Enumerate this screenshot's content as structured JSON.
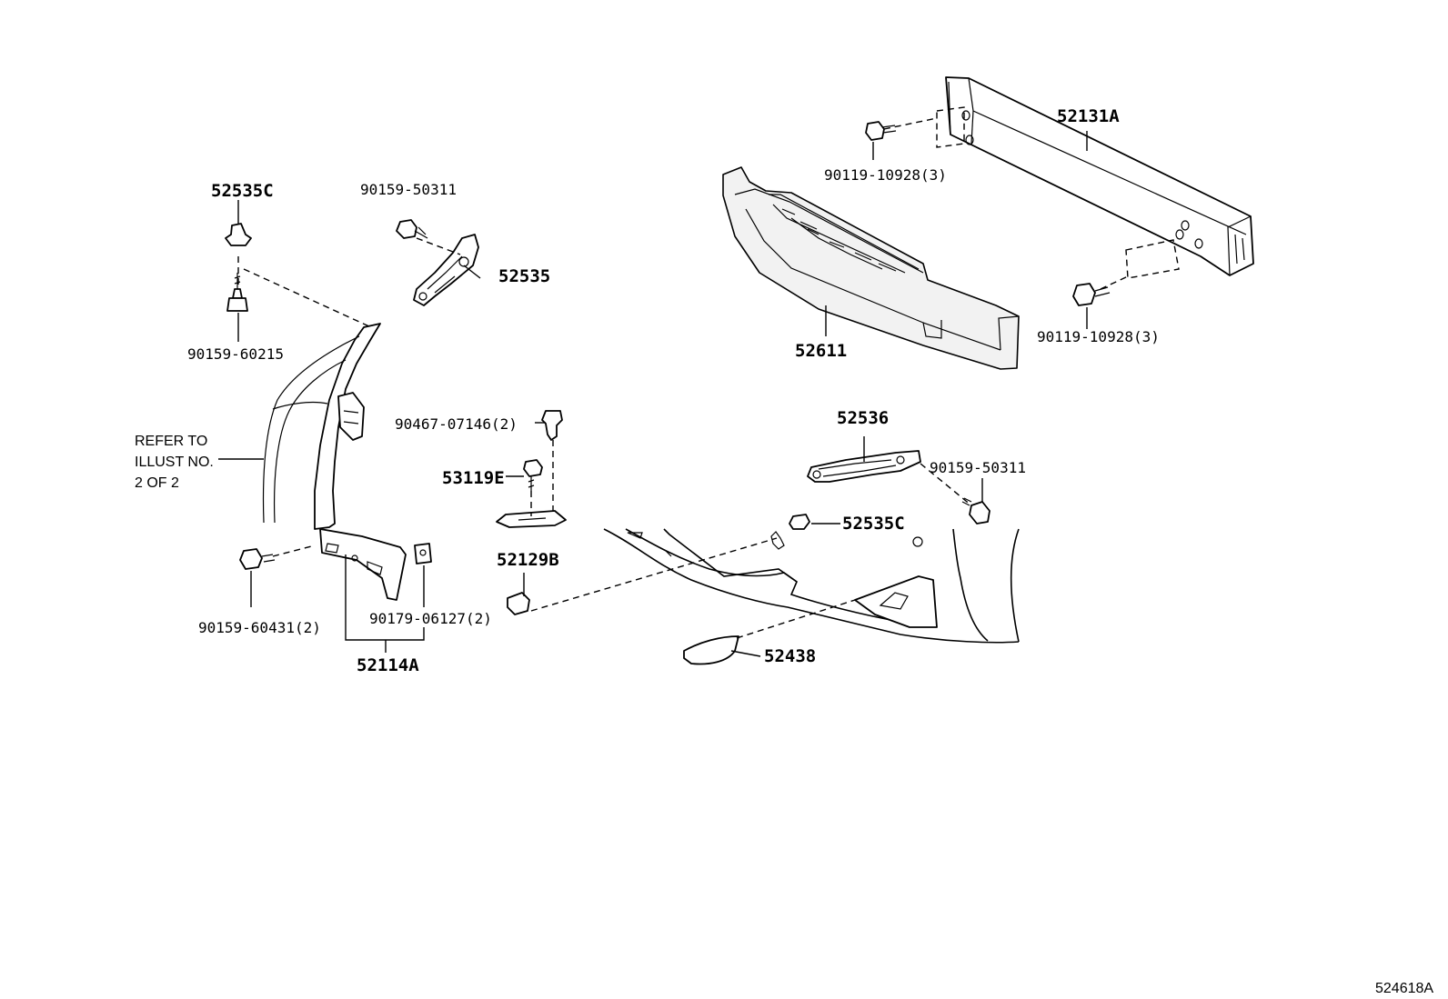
{
  "diagram": {
    "labels": {
      "p52535C_top": "52535C",
      "p90159_50311_top": "90159-50311",
      "p52535": "52535",
      "p90159_60215": "90159-60215",
      "refer_line1": "REFER TO",
      "refer_line2": "ILLUST NO.",
      "refer_line3": "2 OF 2",
      "p90467_07146": "90467-07146(2)",
      "p53119E": "53119E",
      "p52129B": "52129B",
      "p90159_60431": "90159-60431(2)",
      "p90179_06127": "90179-06127(2)",
      "p52114A": "52114A",
      "p52131A": "52131A",
      "p90119_10928_top": "90119-10928(3)",
      "p52611": "52611",
      "p90119_10928_right": "90119-10928(3)",
      "p52536": "52536",
      "p90159_50311_right": "90159-50311",
      "p52535C_mid": "52535C",
      "p52438": "52438",
      "illustration_id": "524618A"
    }
  }
}
